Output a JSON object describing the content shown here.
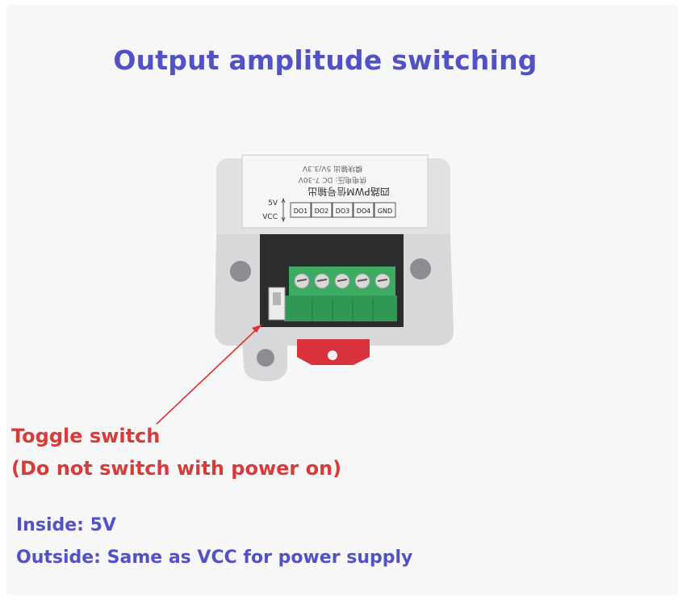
{
  "title": "Output amplitude switching",
  "device": {
    "label_line1": "模块输出 5V/3.3V",
    "label_line2": "供电电压: DC 7-30V",
    "label_line3": "四路PWM信号输出",
    "switch_top": "5V",
    "switch_bottom": "VCC",
    "terminals": [
      "DO1",
      "DO2",
      "DO3",
      "DO4",
      "GND"
    ]
  },
  "callout": {
    "title": "Toggle switch",
    "note": "(Do not switch with power on)",
    "arrow_color": "#e03030"
  },
  "info": {
    "inside": "Inside: 5V",
    "outside": "Outside: Same as VCC for power supply"
  },
  "colors": {
    "title": "#5252c8",
    "callout": "#d93a3a",
    "terminal_block": "#33a55a",
    "enclosure": "#dcdcdc",
    "din_clip": "#d8323c"
  }
}
